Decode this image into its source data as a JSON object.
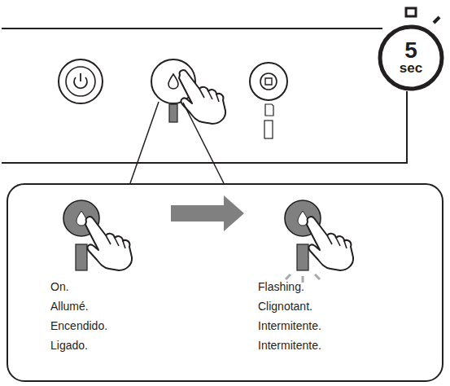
{
  "diagram": {
    "nodes": [
      {
        "text": [
          "5",
          "sec"
        ]
      },
      {
        "text": [
          "On.",
          "Allumé.",
          "Encendido.",
          "Ligado.",
          "Flashing.",
          "Clignotant.",
          "Intermitente.",
          "Intermitente."
        ]
      }
    ]
  }
}
